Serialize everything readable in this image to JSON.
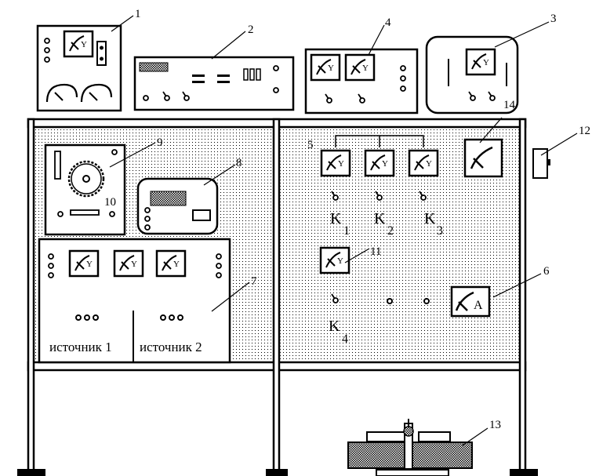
{
  "callouts": [
    "1",
    "2",
    "3",
    "4",
    "5",
    "6",
    "7",
    "8",
    "9",
    "10",
    "11",
    "12",
    "13",
    "14"
  ],
  "switches": {
    "k1": {
      "letter": "K",
      "sub": "1"
    },
    "k2": {
      "letter": "K",
      "sub": "2"
    },
    "k3": {
      "letter": "K",
      "sub": "3"
    },
    "k4": {
      "letter": "K",
      "sub": "4"
    }
  },
  "sources": {
    "source1": "источник 1",
    "source2": "источник 2"
  },
  "ammeter_letter": "A",
  "meter_letter": "Y"
}
